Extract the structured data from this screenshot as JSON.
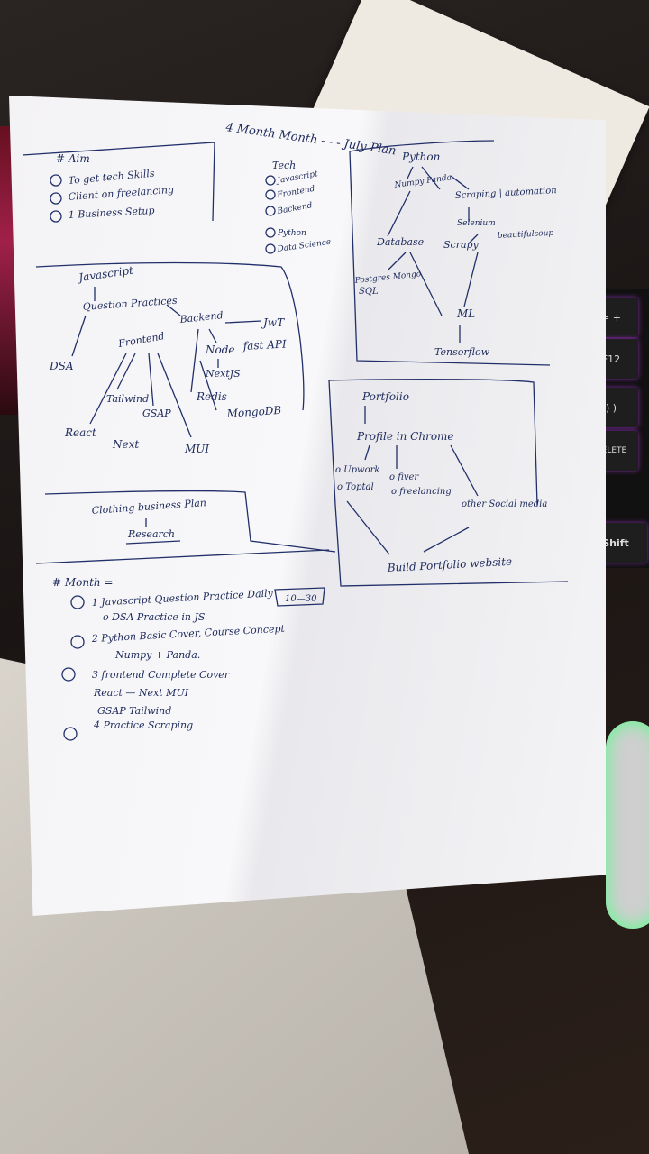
{
  "title": "4 Month   Month - - - July Plan",
  "aim": {
    "heading": "# Aim",
    "items": [
      "To get tech Skills",
      "Client on freelancing",
      "1 Business Setup"
    ]
  },
  "tech": {
    "heading": "Tech",
    "items": [
      "Javascript",
      "Frontend",
      "Backend",
      "Python",
      "Data Science"
    ]
  },
  "python_map": {
    "python": "Python",
    "numpy_panda": "Numpy Panda",
    "scraping": "Scraping | automation",
    "selenium": "Selenium",
    "beautifulsoup": "beautifulsoup",
    "database": "Database",
    "scrapy": "Scrapy",
    "postgres": "Postgres Mongo",
    "sql": "SQL",
    "ml": "ML",
    "tensorflow": "Tensorflow"
  },
  "js_map": {
    "javascript": "Javascript",
    "question_practices": "Question Practices",
    "dsa": "DSA",
    "frontend": "Frontend",
    "backend": "Backend",
    "jwt": "JwT",
    "node": "Node",
    "fastapi": "fast API",
    "nextjs": "NextJS",
    "redis": "Redis",
    "mongodb": "MongoDB",
    "tailwind": "Tailwind",
    "gsap": "GSAP",
    "react": "React",
    "next": "Next",
    "mui": "MUI"
  },
  "portfolio": {
    "heading": "Portfolio",
    "profile": "Profile in Chrome",
    "upwork": "o Upwork",
    "fiverr": "o fiver",
    "toptal": "o Toptal",
    "freelancing": "o freelancing",
    "other": "other Social media",
    "build": "Build Portfolio website"
  },
  "business": {
    "plan": "Clothing business Plan",
    "research": "Research"
  },
  "month": {
    "heading": "# Month =",
    "items": [
      "1 Javascript Question Practice Daily",
      "o DSA Practice in JS",
      "2 Python Basic Cover, Course Concept",
      "Numpy + Panda.",
      "3 frontend Complete Cover",
      "React — Next     MUI",
      "GSAP Tailwind",
      "4 Practice Scraping"
    ],
    "range": "10—30"
  },
  "keys": {
    "f12": "F12",
    "delete": "DELETE",
    "shift": "Shift",
    "plus": "= +",
    "paren": ") )"
  }
}
